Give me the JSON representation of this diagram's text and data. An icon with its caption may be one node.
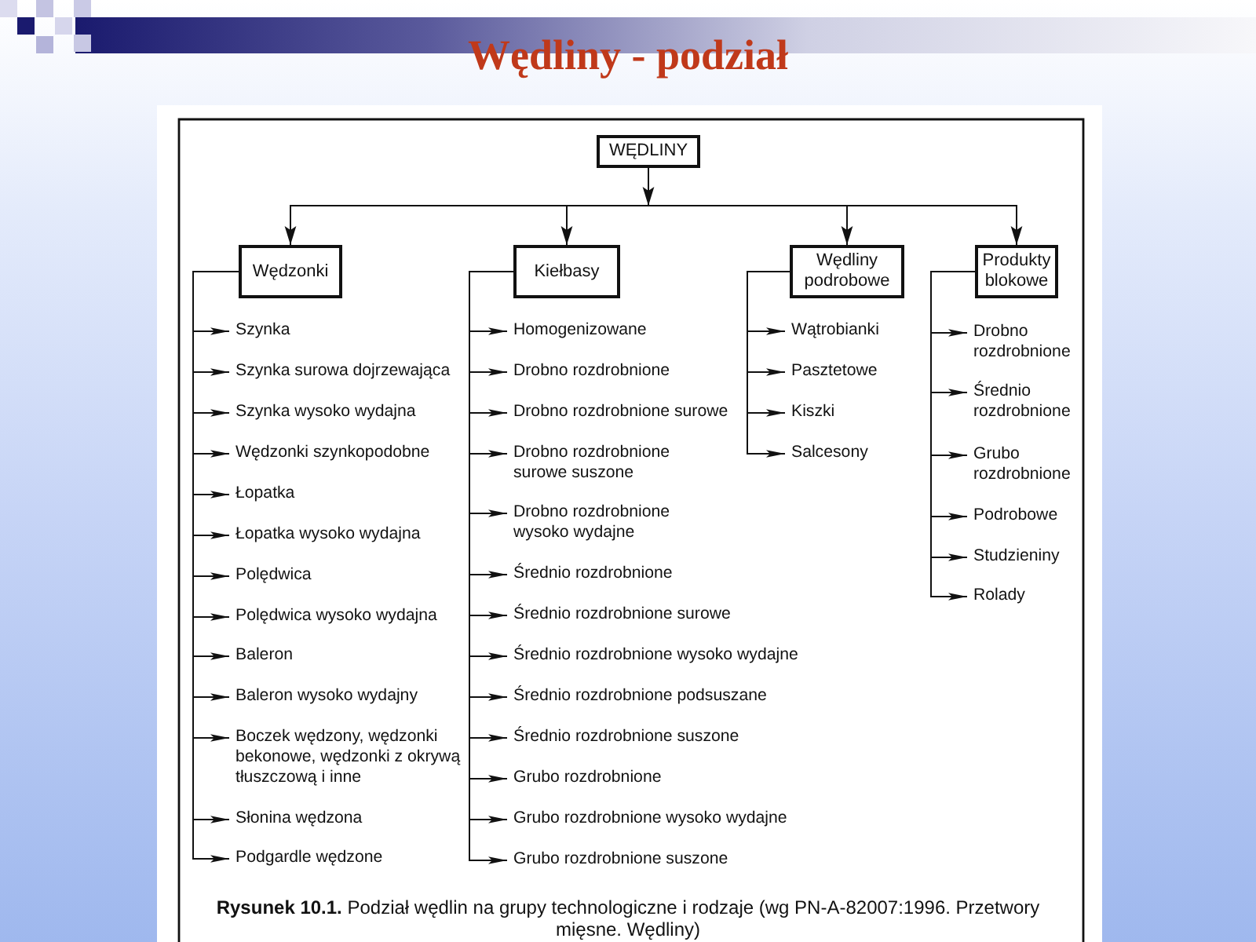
{
  "diagram": {
    "title": "Wędliny - podział",
    "caption": "**Rysunek 10.1.** Podział wędlin na grupy technologiczne i rodzaje (wg PN-A-82007:1996. Przetwory mięsne. Wędliny)",
    "nodes": [
      {
        "text": [
          "WĘDLINY"
        ]
      },
      {
        "text": [
          "Wędzonki"
        ]
      },
      {
        "text": [
          "Kiełbasy"
        ]
      },
      {
        "text": [
          "Wędliny podrobowe"
        ]
      },
      {
        "text": [
          "Produkty blokowe"
        ]
      },
      {
        "text": [
          "Szynka"
        ]
      },
      {
        "text": [
          "Szynka surowa dojrzewająca"
        ]
      },
      {
        "text": [
          "Szynka wysoko wydajna"
        ]
      },
      {
        "text": [
          "Wędzonki szynkopodobne"
        ]
      },
      {
        "text": [
          "Łopatka"
        ]
      },
      {
        "text": [
          "Łopatka wysoko wydajna"
        ]
      },
      {
        "text": [
          "Polędwica"
        ]
      },
      {
        "text": [
          "Polędwica wysoko wydajna"
        ]
      },
      {
        "text": [
          "Baleron"
        ]
      },
      {
        "text": [
          "Baleron wysoko wydajny"
        ]
      },
      {
        "text": [
          "Boczek wędzony, wędzonki bekonowe, wędzonki z okrywą tłuszczową i inne"
        ]
      },
      {
        "text": [
          "Słonina wędzona"
        ]
      },
      {
        "text": [
          "Podgardle wędzone"
        ]
      },
      {
        "text": [
          "Homogenizowane"
        ]
      },
      {
        "text": [
          "Drobno rozdrobnione"
        ]
      },
      {
        "text": [
          "Drobno rozdrobnione surowe"
        ]
      },
      {
        "text": [
          "Drobno rozdrobnione surowe suszone"
        ]
      },
      {
        "text": [
          "Drobno rozdrobnione wysoko wydajne"
        ]
      },
      {
        "text": [
          "Średnio rozdrobnione"
        ]
      },
      {
        "text": [
          "Średnio rozdrobnione surowe"
        ]
      },
      {
        "text": [
          "Średnio rozdrobnione wysoko wydajne"
        ]
      },
      {
        "text": [
          "Średnio rozdrobnione podsuszane"
        ]
      },
      {
        "text": [
          "Średnio rozdrobnione suszone"
        ]
      },
      {
        "text": [
          "Grubo rozdrobnione"
        ]
      },
      {
        "text": [
          "Grubo rozdrobnione wysoko wydajne"
        ]
      },
      {
        "text": [
          "Grubo rozdrobnione suszone"
        ]
      },
      {
        "text": [
          "Wątrobianki"
        ]
      },
      {
        "text": [
          "Pasztetowe"
        ]
      },
      {
        "text": [
          "Kiszki"
        ]
      },
      {
        "text": [
          "Salcesony"
        ]
      },
      {
        "text": [
          "Drobno rozdrobnione"
        ]
      },
      {
        "text": [
          "Średnio rozdrobnione"
        ]
      },
      {
        "text": [
          "Grubo rozdrobnione"
        ]
      },
      {
        "text": [
          "Podrobowe"
        ]
      },
      {
        "text": [
          "Studzieniny"
        ]
      },
      {
        "text": [
          "Rolady"
        ]
      }
    ],
    "edges": [
      {
        "from": 0,
        "to": 1,
        "arrow": "to"
      },
      {
        "from": 0,
        "to": 2,
        "arrow": "to"
      },
      {
        "from": 0,
        "to": 3,
        "arrow": "to"
      },
      {
        "from": 0,
        "to": 4,
        "arrow": "to"
      },
      {
        "from": 1,
        "to": 5,
        "arrow": "to"
      },
      {
        "from": 1,
        "to": 6,
        "arrow": "to"
      },
      {
        "from": 1,
        "to": 7,
        "arrow": "to"
      },
      {
        "from": 1,
        "to": 8,
        "arrow": "to"
      },
      {
        "from": 1,
        "to": 9,
        "arrow": "to"
      },
      {
        "from": 1,
        "to": 10,
        "arrow": "to"
      },
      {
        "from": 1,
        "to": 11,
        "arrow": "to"
      },
      {
        "from": 1,
        "to": 12,
        "arrow": "to"
      },
      {
        "from": 1,
        "to": 13,
        "arrow": "to"
      },
      {
        "from": 1,
        "to": 14,
        "arrow": "to"
      },
      {
        "from": 1,
        "to": 15,
        "arrow": "to"
      },
      {
        "from": 1,
        "to": 16,
        "arrow": "to"
      },
      {
        "from": 1,
        "to": 17,
        "arrow": "to"
      },
      {
        "from": 2,
        "to": 18,
        "arrow": "to"
      },
      {
        "from": 2,
        "to": 19,
        "arrow": "to"
      },
      {
        "from": 2,
        "to": 20,
        "arrow": "to"
      },
      {
        "from": 2,
        "to": 21,
        "arrow": "to"
      },
      {
        "from": 2,
        "to": 22,
        "arrow": "to"
      },
      {
        "from": 2,
        "to": 23,
        "arrow": "to"
      },
      {
        "from": 2,
        "to": 24,
        "arrow": "to"
      },
      {
        "from": 2,
        "to": 25,
        "arrow": "to"
      },
      {
        "from": 2,
        "to": 26,
        "arrow": "to"
      },
      {
        "from": 2,
        "to": 27,
        "arrow": "to"
      },
      {
        "from": 2,
        "to": 28,
        "arrow": "to"
      },
      {
        "from": 2,
        "to": 29,
        "arrow": "to"
      },
      {
        "from": 2,
        "to": 30,
        "arrow": "to"
      },
      {
        "from": 3,
        "to": 31,
        "arrow": "to"
      },
      {
        "from": 3,
        "to": 32,
        "arrow": "to"
      },
      {
        "from": 3,
        "to": 33,
        "arrow": "to"
      },
      {
        "from": 3,
        "to": 34,
        "arrow": "to"
      },
      {
        "from": 4,
        "to": 35,
        "arrow": "to"
      },
      {
        "from": 4,
        "to": 36,
        "arrow": "to"
      },
      {
        "from": 4,
        "to": 37,
        "arrow": "to"
      },
      {
        "from": 4,
        "to": 38,
        "arrow": "to"
      },
      {
        "from": 4,
        "to": 39,
        "arrow": "to"
      },
      {
        "from": 4,
        "to": 40,
        "arrow": "to"
      }
    ]
  }
}
